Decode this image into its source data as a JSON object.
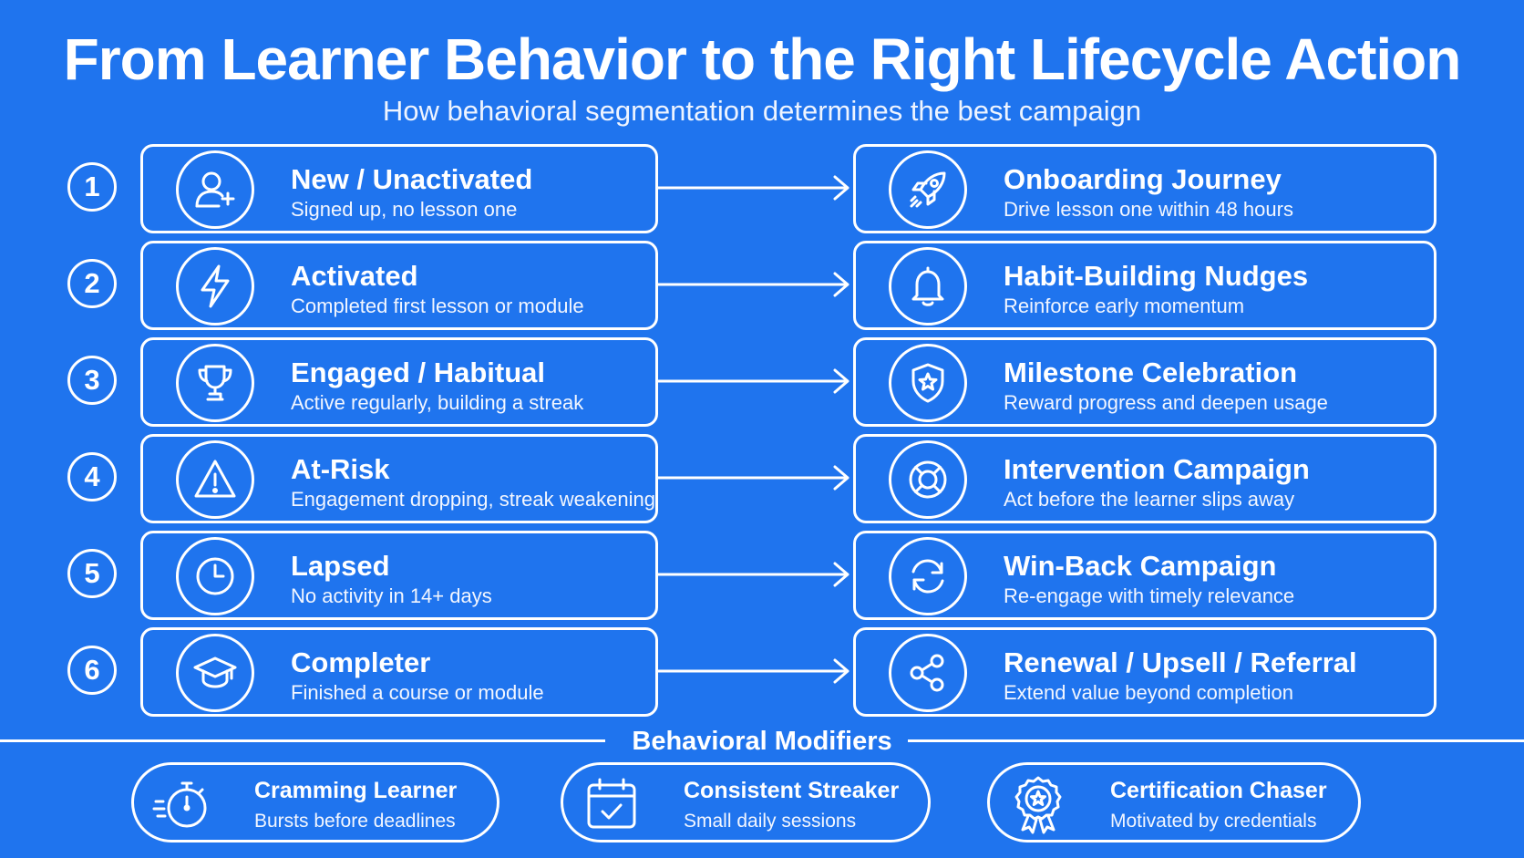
{
  "header": {
    "title": "From Learner Behavior to the Right Lifecycle Action",
    "subtitle": "How behavioral segmentation determines the best campaign"
  },
  "rows": [
    {
      "number": "1",
      "segment": {
        "title": "New / Unactivated",
        "desc": "Signed up, no lesson one",
        "icon": "add-user-icon"
      },
      "action": {
        "title": "Onboarding Journey",
        "desc": "Drive lesson one within 48 hours",
        "icon": "rocket-icon"
      }
    },
    {
      "number": "2",
      "segment": {
        "title": "Activated",
        "desc": "Completed first lesson or module",
        "icon": "lightning-icon"
      },
      "action": {
        "title": "Habit-Building Nudges",
        "desc": "Reinforce early momentum",
        "icon": "bell-icon"
      }
    },
    {
      "number": "3",
      "segment": {
        "title": "Engaged / Habitual",
        "desc": "Active regularly, building a streak",
        "icon": "trophy-icon"
      },
      "action": {
        "title": "Milestone Celebration",
        "desc": "Reward progress and deepen usage",
        "icon": "shield-star-icon"
      }
    },
    {
      "number": "4",
      "segment": {
        "title": "At-Risk",
        "desc": "Engagement dropping, streak weakening",
        "icon": "warning-icon"
      },
      "action": {
        "title": "Intervention Campaign",
        "desc": "Act before the learner slips away",
        "icon": "lifebuoy-icon"
      }
    },
    {
      "number": "5",
      "segment": {
        "title": "Lapsed",
        "desc": "No activity in 14+ days",
        "icon": "clock-icon"
      },
      "action": {
        "title": "Win-Back Campaign",
        "desc": "Re-engage with timely relevance",
        "icon": "refresh-icon"
      }
    },
    {
      "number": "6",
      "segment": {
        "title": "Completer",
        "desc": "Finished a course or module",
        "icon": "graduation-cap-icon"
      },
      "action": {
        "title": "Renewal / Upsell / Referral",
        "desc": "Extend value beyond completion",
        "icon": "share-icon"
      }
    }
  ],
  "modifiers": {
    "heading": "Behavioral Modifiers",
    "items": [
      {
        "title": "Cramming Learner",
        "desc": "Bursts before deadlines",
        "icon": "stopwatch-icon"
      },
      {
        "title": "Consistent Streaker",
        "desc": "Small daily sessions",
        "icon": "calendar-check-icon"
      },
      {
        "title": "Certification Chaser",
        "desc": "Motivated by credentials",
        "icon": "award-badge-icon"
      }
    ]
  },
  "colors": {
    "background": "#1f74ee",
    "foreground": "#ffffff"
  }
}
